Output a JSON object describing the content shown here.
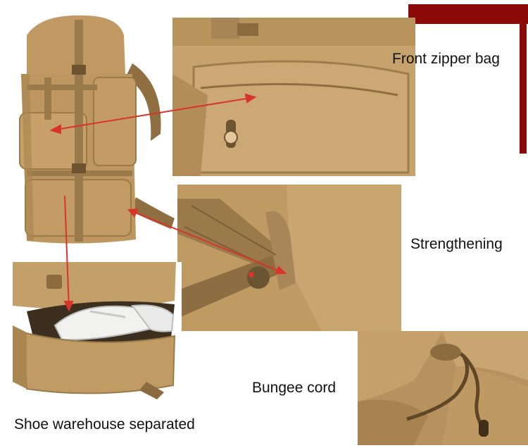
{
  "labels": {
    "front_zipper_bag": "Front zipper bag",
    "strengthening": "Strengthening",
    "bungee_cord": "Bungee cord",
    "shoe_warehouse": "Shoe warehouse separated"
  },
  "colors": {
    "fabric_light": "#c8a46e",
    "fabric_mid": "#b08a55",
    "fabric_dark": "#8a6a3e",
    "strap": "#9a7a4b",
    "arrow_red": "#d8342a",
    "accent_bar": "#8b0b0b",
    "shoe_white": "#f2f2f0",
    "lining": "#b8925e"
  },
  "icons": [
    "backpack-image",
    "zipper-pocket-image",
    "strap-buckle-image",
    "shoe-compartment-image",
    "drawstring-image",
    "corner-accent-bar"
  ]
}
